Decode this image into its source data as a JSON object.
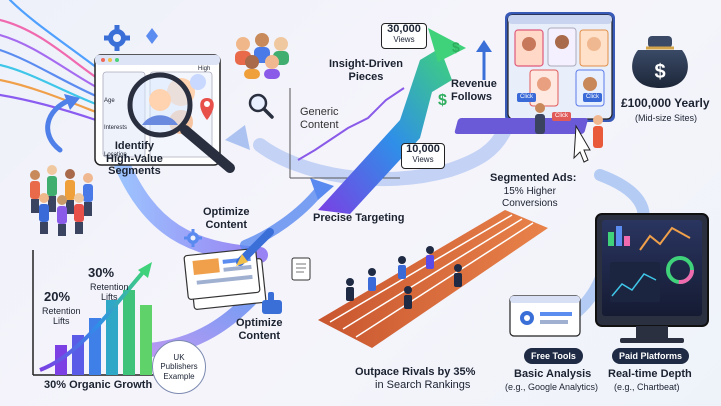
{
  "labels": {
    "identify_segments": "Identify\nHigh-Value\nSegments",
    "optimize_content_top": "Optimize\nContent",
    "optimize_content_bottom": "Optimize\nContent",
    "precise_targeting": "Precise Targeting",
    "insight_driven": "Insight-Driven\nPieces",
    "generic_content": "Generic\nContent",
    "views_high_number": "30,000",
    "views_high_unit": "Views",
    "views_low_number": "10,000",
    "views_low_unit": "Views",
    "revenue_follows": "Revenue\nFollows",
    "segmented_ads_title": "Segmented Ads:",
    "segmented_ads_detail": "15% Higher\nConversions",
    "yearly_amount": "£100,000 Yearly",
    "yearly_note": "(Mid-size Sites)",
    "retention_30_pct": "30%",
    "retention_30_text": "Retention\nLifts",
    "retention_20_pct": "20%",
    "retention_20_text": "Retention\nLifts",
    "organic_growth": "30% Organic Growth",
    "uk_publishers": "UK\nPublishers\nExample",
    "outpace_title": "Outpace Rivals by 35%",
    "outpace_detail": "in Search Rankings",
    "free_tools": "Free Tools",
    "paid_platforms": "Paid Platforms",
    "basic_analysis": "Basic Analysis",
    "basic_analysis_example": "(e.g., Google Analytics)",
    "realtime_depth": "Real-time Depth",
    "realtime_example": "(e.g., Chartbeat)",
    "profile_age": "Age",
    "profile_interests": "Interests",
    "profile_location": "Location",
    "profile_high": "High",
    "ad_button_1": "Click",
    "ad_button_2": "Click",
    "ad_button_3": "Click"
  },
  "icons": [
    "gear-icon",
    "magnifier-icon",
    "dollar-bag-icon",
    "pencil-icon",
    "thumbs-up-icon",
    "location-pin-icon",
    "rocket-arrow-icon",
    "cursor-icon"
  ],
  "colors": {
    "accent_blue": "#3b6fd8",
    "accent_purple": "#8a4fd6",
    "accent_green": "#2fae5e",
    "accent_orange": "#f07a2a",
    "dark": "#1f2b44"
  }
}
